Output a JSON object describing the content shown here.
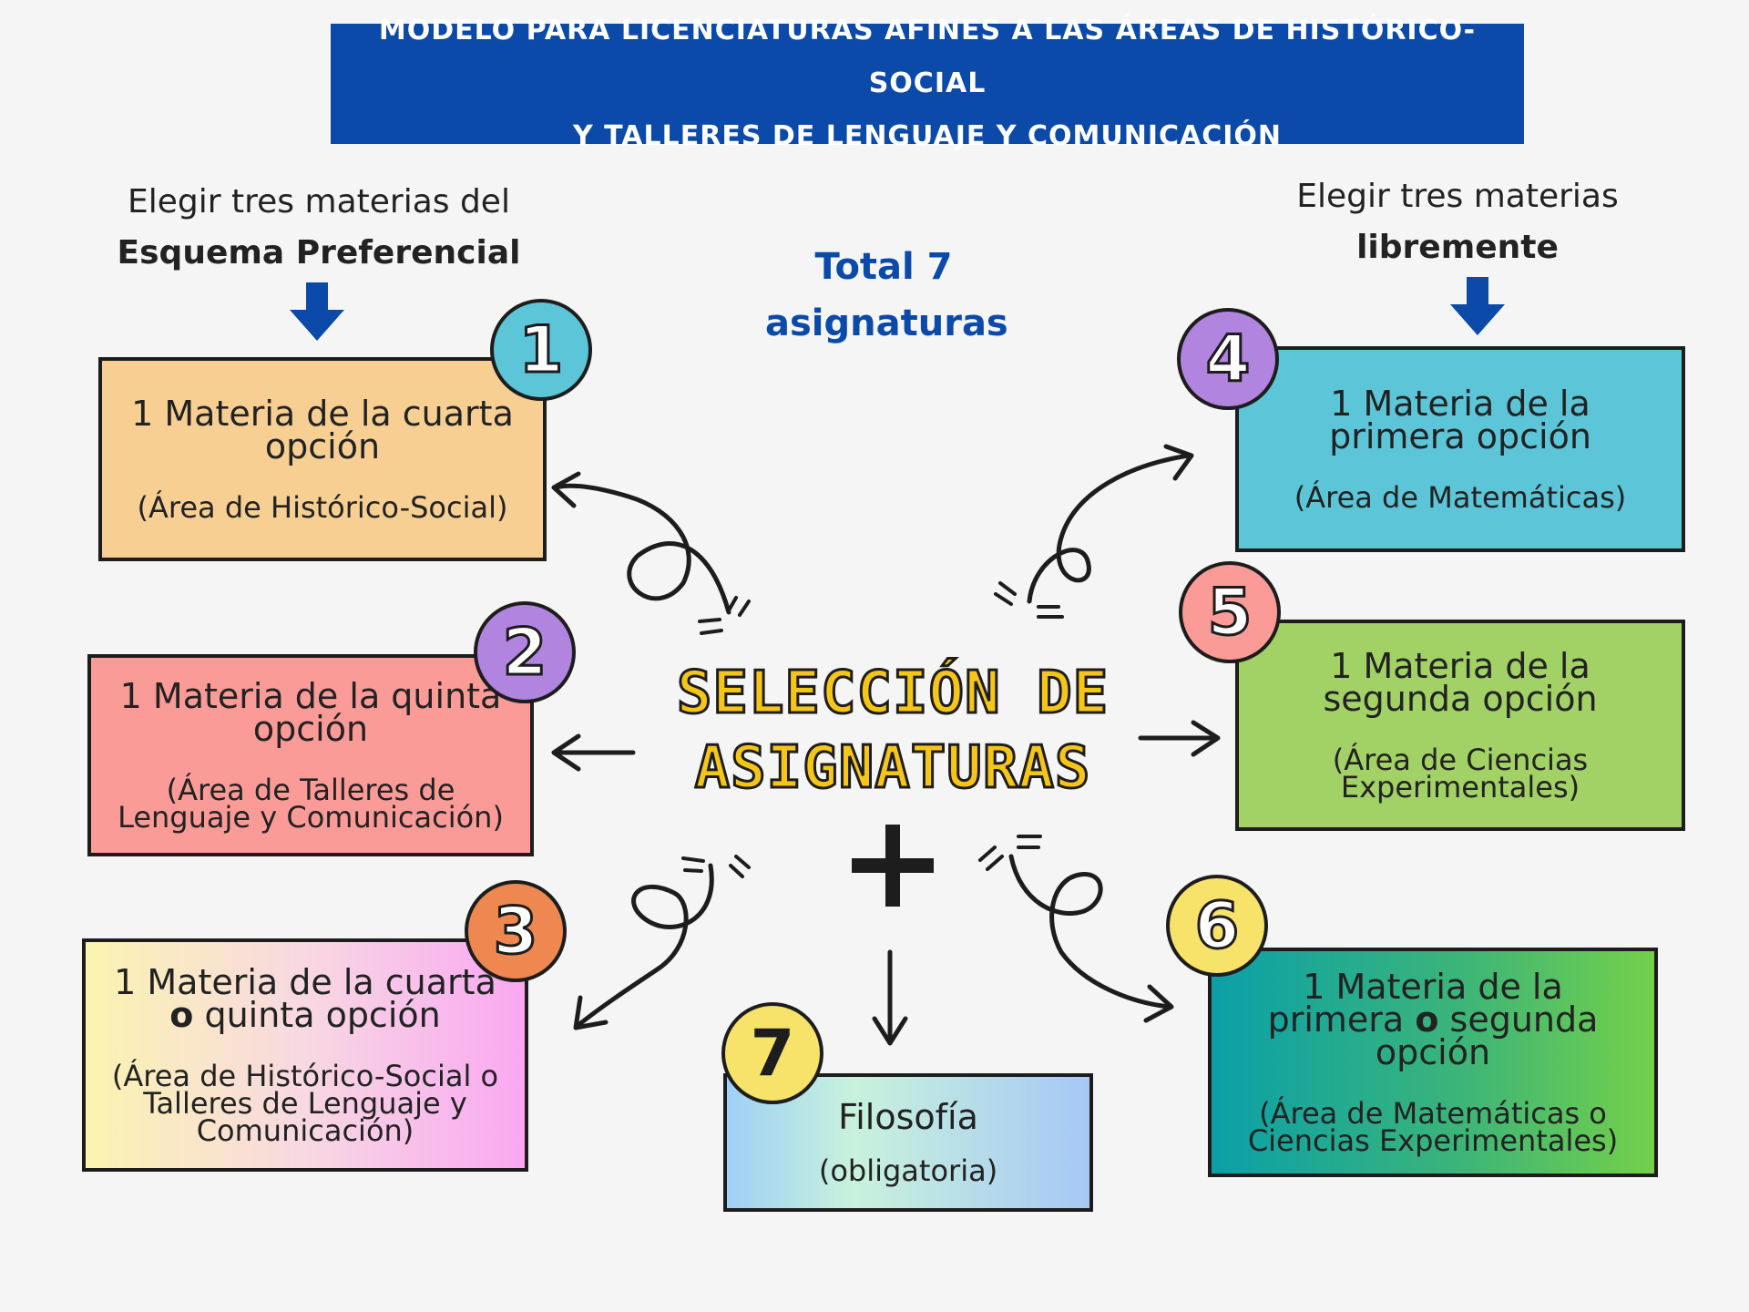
{
  "header": {
    "line1": "MODELO PARA LICENCIATURAS AFINES A LAS ÁREAS DE HISTÓRICO-SOCIAL",
    "line2": "Y TALLERES DE LENGUAJE Y COMUNICACIÓN"
  },
  "left_caption": {
    "line1": "Elegir tres materias del",
    "line2": "Esquema Preferencial"
  },
  "right_caption": {
    "line1": "Elegir tres materias",
    "line2": "libremente"
  },
  "total": {
    "line1": "Total 7",
    "line2": "asignaturas"
  },
  "center": {
    "line1": "SELECCIÓN DE",
    "line2": "ASIGNATURAS",
    "plus": "+"
  },
  "items": [
    {
      "number": "1",
      "title_a": "1 Materia de la cuarta",
      "title_b": "opción",
      "sub": "(Área de Histórico-Social)",
      "color": "#f7cf93",
      "badge_color": "#5cc5d8"
    },
    {
      "number": "2",
      "title_a": "1 Materia de la quinta",
      "title_b": "opción",
      "sub": "(Área de Talleres de Lenguaje y Comunicación)",
      "color": "#fb9b98",
      "badge_color": "#b184e0"
    },
    {
      "number": "3",
      "title_a": "1 Materia de la cuarta",
      "title_bold": "o",
      "title_b": "quinta opción",
      "sub": "(Área de Histórico-Social o Talleres de Lenguaje y Comunicación)",
      "color": "#fbd6f4",
      "badge_color": "#ee8850"
    },
    {
      "number": "4",
      "title_a": "1 Materia de la",
      "title_b": "primera opción",
      "sub": "(Área de Matemáticas)",
      "color": "#5cc5d8",
      "badge_color": "#b184e0"
    },
    {
      "number": "5",
      "title_a": "1 Materia de la",
      "title_b": "segunda opción",
      "sub": "(Área de Ciencias Experimentales)",
      "color": "#a2d166",
      "badge_color": "#fb9b98"
    },
    {
      "number": "6",
      "title_a": "1 Materia de la",
      "title_b1": "primera",
      "title_bold": "o",
      "title_b2": "segunda",
      "title_c": "opción",
      "sub": "(Área de Matemáticas o Ciencias Experimentales)",
      "color": "#1aa39a",
      "badge_color": "#f7e26a"
    },
    {
      "number": "7",
      "title_a": "Filosofía",
      "sub": "(obligatoria)",
      "color": "#b7dcf5",
      "badge_color": "#f7e26a"
    }
  ]
}
